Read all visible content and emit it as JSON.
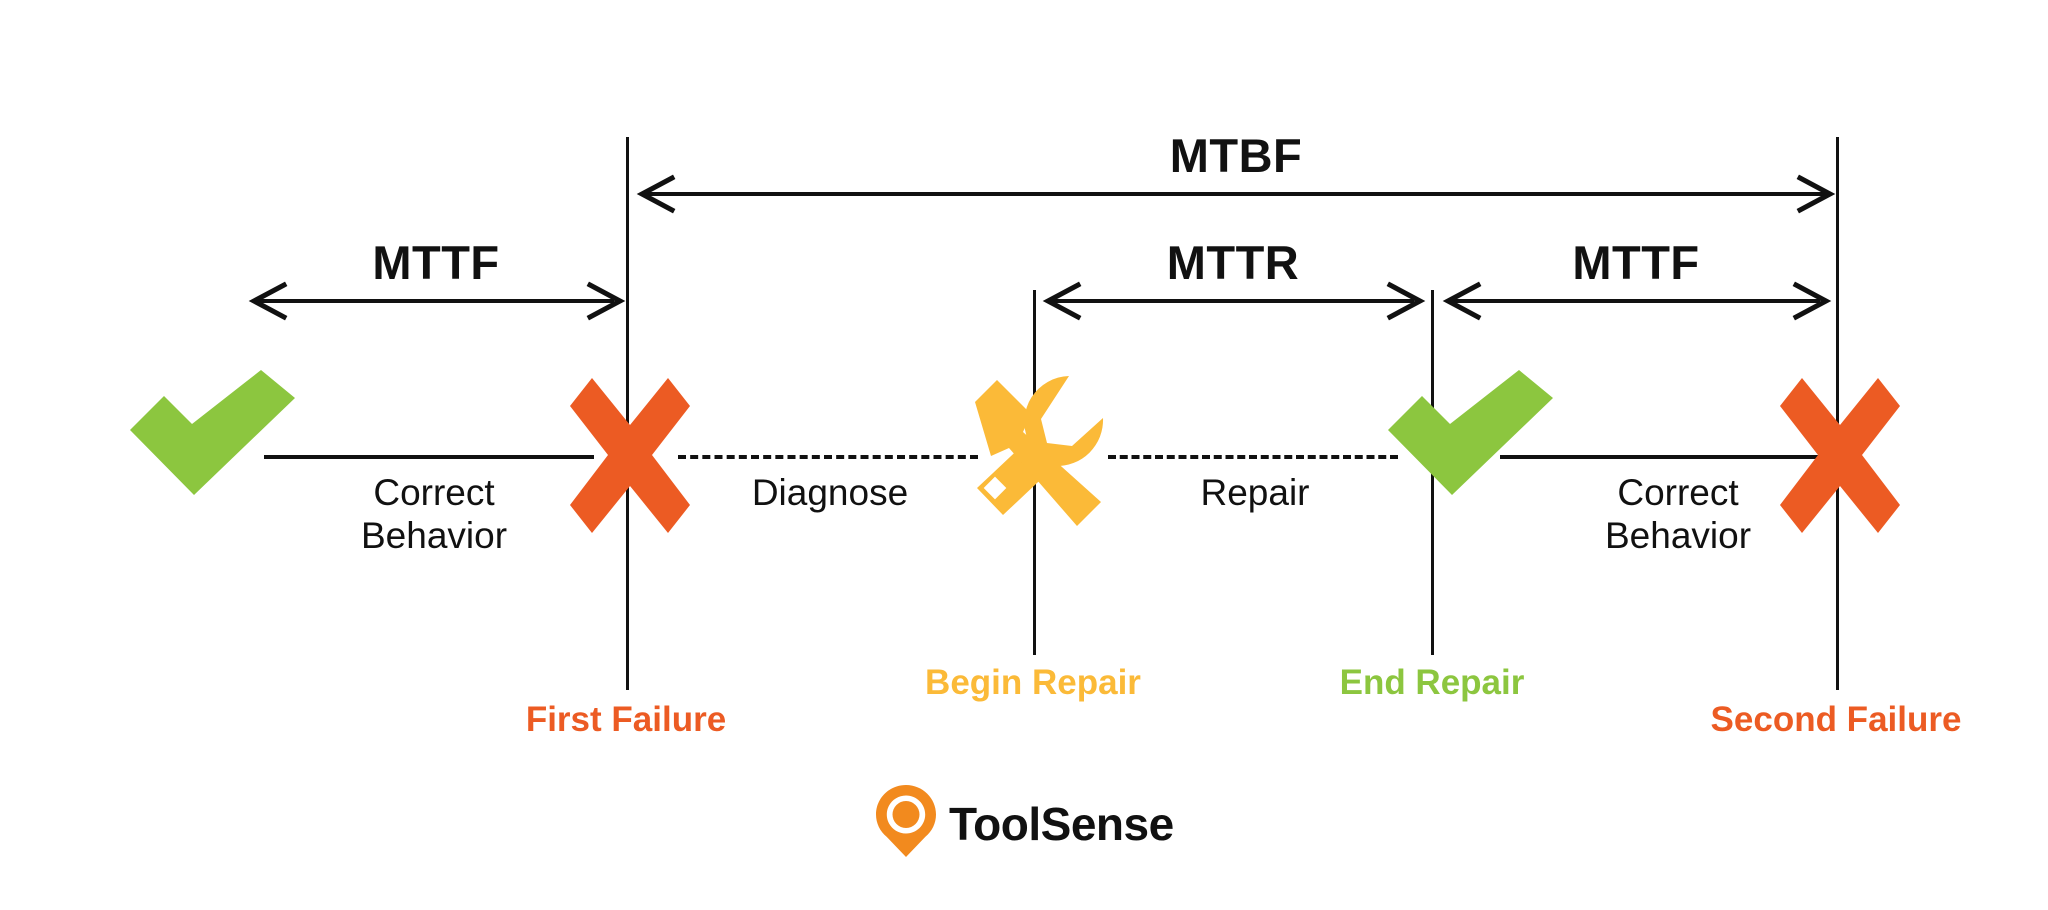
{
  "diagram": {
    "title": "MTBF / MTTR / MTTF reliability timeline",
    "colors": {
      "black": "#111111",
      "green": "#8CC63F",
      "orange_red": "#EC5B23",
      "amber": "#FBBA38",
      "logo_orange": "#F28A1E"
    },
    "measures": [
      {
        "key": "mtbf",
        "label": "MTBF",
        "from": "First Failure",
        "to": "Second Failure"
      },
      {
        "key": "mttf_1",
        "label": "MTTF",
        "from": "Start",
        "to": "First Failure"
      },
      {
        "key": "mttr",
        "label": "MTTR",
        "from": "Begin Repair",
        "to": "End Repair"
      },
      {
        "key": "mttf_2",
        "label": "MTTF",
        "from": "End Repair",
        "to": "Second Failure"
      }
    ],
    "timeline_captions": [
      {
        "key": "correct_behavior_1",
        "text": "Correct\nBehavior"
      },
      {
        "key": "diagnose",
        "text": "Diagnose"
      },
      {
        "key": "repair",
        "text": "Repair"
      },
      {
        "key": "correct_behavior_2",
        "text": "Correct\nBehavior"
      }
    ],
    "events": [
      {
        "key": "first_failure",
        "label": "First Failure",
        "color": "#EC5B23"
      },
      {
        "key": "begin_repair",
        "label": "Begin Repair",
        "color": "#FBBA38"
      },
      {
        "key": "end_repair",
        "label": "End Repair",
        "color": "#8CC63F"
      },
      {
        "key": "second_failure",
        "label": "Second Failure",
        "color": "#EC5B23"
      }
    ],
    "icons": [
      {
        "key": "check_start",
        "name": "green-check-icon"
      },
      {
        "key": "x_first",
        "name": "orange-cross-icon"
      },
      {
        "key": "tools",
        "name": "wrench-screwdriver-icon"
      },
      {
        "key": "check_end",
        "name": "green-check-icon"
      },
      {
        "key": "x_second",
        "name": "orange-cross-icon"
      }
    ]
  },
  "logo": {
    "wordmark": "ToolSense",
    "mark_name": "toolsense-pin-icon"
  }
}
